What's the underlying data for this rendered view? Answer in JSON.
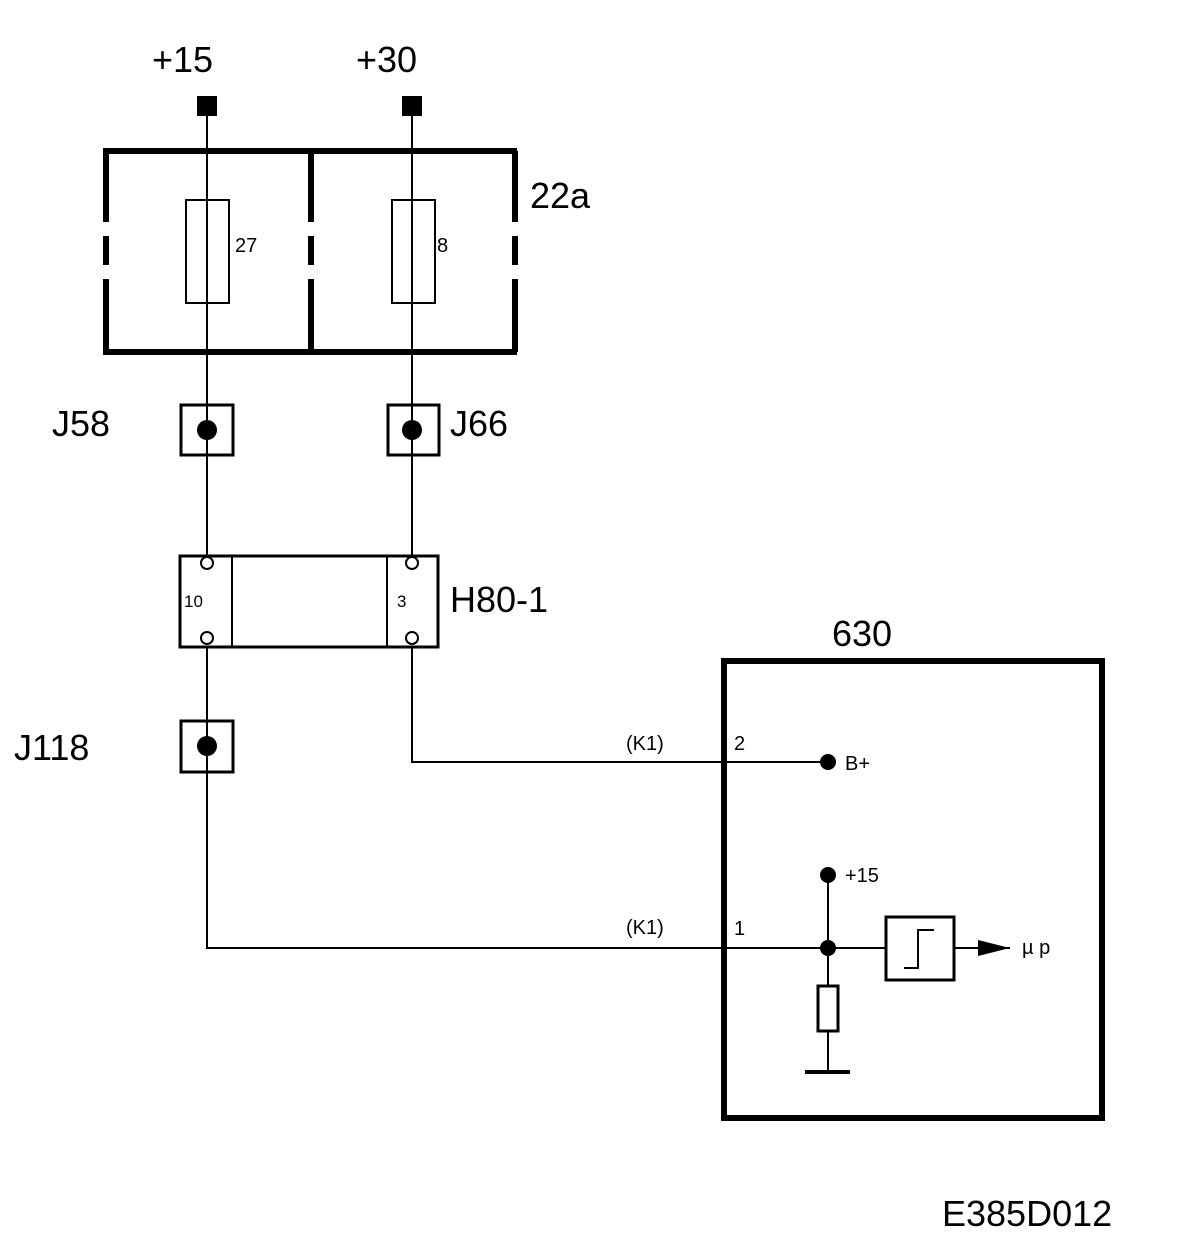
{
  "supplies": {
    "left": "+15",
    "right": "+30"
  },
  "fuse_box": {
    "id": "22a",
    "fuses": [
      {
        "number": "27"
      },
      {
        "number": "8"
      }
    ]
  },
  "splices": {
    "j58": "J58",
    "j66": "J66",
    "j118": "J118"
  },
  "connector": {
    "id": "H80-1",
    "pin_left": "10",
    "pin_right": "3"
  },
  "module": {
    "id": "630",
    "pin_top": "2",
    "pin_bottom": "1",
    "wire_top": "(K1)",
    "wire_bottom": "(K1)",
    "b_plus": "B+",
    "plus15": "+15",
    "output": "µ p"
  },
  "drawing_code": "E385D012",
  "colors": {
    "line": "#000000",
    "background": "#ffffff"
  }
}
